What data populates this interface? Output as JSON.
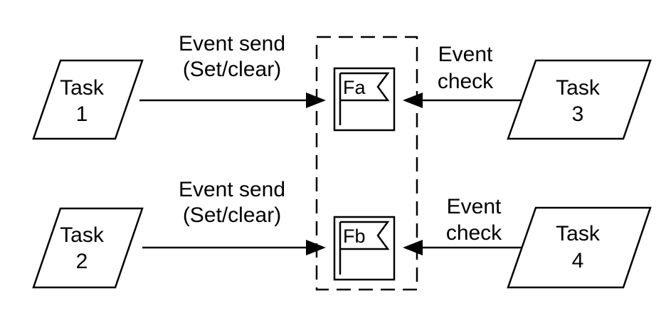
{
  "tasks": [
    {
      "id": "task-1",
      "line1": "Task",
      "line2": "1"
    },
    {
      "id": "task-2",
      "line1": "Task",
      "line2": "2"
    },
    {
      "id": "task-3",
      "line1": "Task",
      "line2": "3"
    },
    {
      "id": "task-4",
      "line1": "Task",
      "line2": "4"
    }
  ],
  "labels": {
    "send_top_line1": "Event send",
    "send_top_line2": "(Set/clear)",
    "send_bottom_line1": "Event send",
    "send_bottom_line2": "(Set/clear)",
    "check_top_line1": "Event",
    "check_top_line2": "check",
    "check_bottom_line1": "Event",
    "check_bottom_line2": "check"
  },
  "flags": [
    {
      "id": "flag-a",
      "label": "Fa"
    },
    {
      "id": "flag-b",
      "label": "Fb"
    }
  ],
  "colors": {
    "stroke": "#000000",
    "background": "#ffffff"
  }
}
